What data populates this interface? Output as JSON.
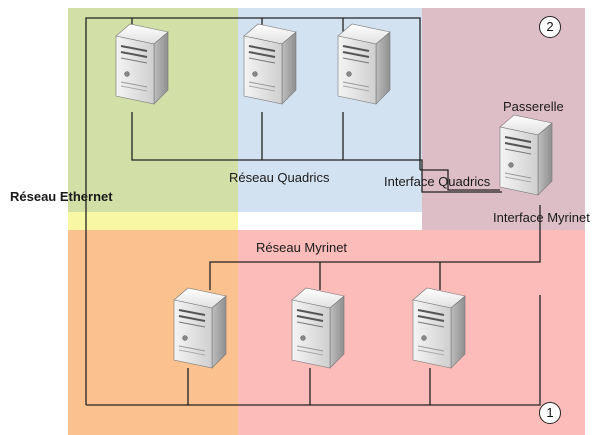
{
  "labels": {
    "ethernet": "Réseau Ethernet",
    "quadrics": "Réseau Quadrics",
    "myrinet": "Réseau Myrinet",
    "gateway": "Passerelle",
    "iface_quadrics": "Interface Quadrics",
    "iface_myrinet": "Interface Myrinet"
  },
  "badges": {
    "cluster_2": "2",
    "cluster_1": "1"
  },
  "colors": {
    "green_zone": "#d2e0a7",
    "blue_zone": "#d3e2f1",
    "mauve_zone": "#ddbec7",
    "yellow_strip": "#f8f7a3",
    "orange_zone": "#fbc18e",
    "pink_zone": "#fcbcba",
    "wire": "#222222"
  },
  "icons": {
    "server": "server-tower-icon"
  }
}
